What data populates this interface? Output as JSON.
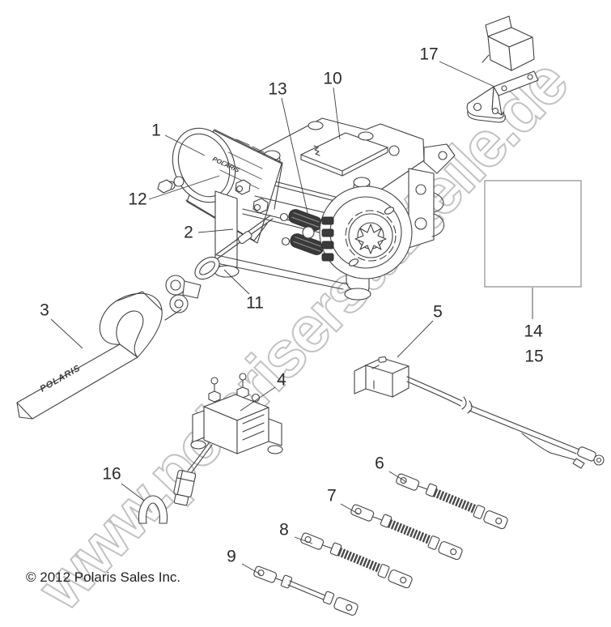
{
  "page": {
    "copyright": "© 2012 Polaris Sales Inc.",
    "watermark": "www.polarisersatzteile.de"
  },
  "diagram": {
    "type": "exploded-parts-diagram",
    "callouts": [
      "1",
      "2",
      "3",
      "4",
      "5",
      "6",
      "7",
      "8",
      "9",
      "10",
      "11",
      "12",
      "13",
      "14",
      "15",
      "16",
      "17"
    ],
    "brand_marks": {
      "strap": "POLARIS",
      "motor": "POLARIS"
    }
  },
  "colors": {
    "line": "#414141",
    "label": "#2b2b2b",
    "watermark": "#c2c2c2",
    "background": "#ffffff"
  }
}
